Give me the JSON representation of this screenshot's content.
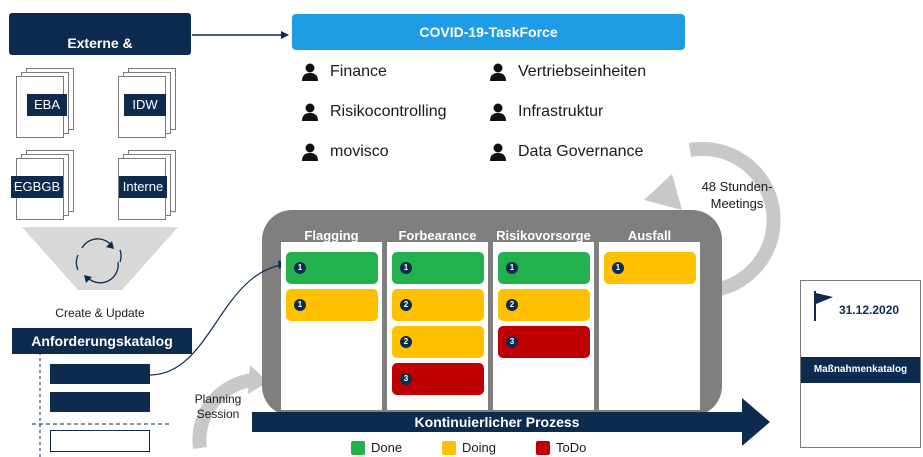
{
  "influences": {
    "title": "Externe &\nInterne Einflussfaktoren"
  },
  "documents": [
    "EBA",
    "IDW",
    "EGBGB",
    "Interne"
  ],
  "cycle_label": "Create & Update",
  "catalog_title": "Anforderungskatalog",
  "taskforce": {
    "title": "COVID-19-TaskForce",
    "members_left": [
      "Finance",
      "Risikocontrolling",
      "movisco"
    ],
    "members_right": [
      "Vertriebseinheiten",
      "Infrastruktur",
      "Data Governance"
    ]
  },
  "meetings_label": "48 Stunden-\nMeetings",
  "planning_label": "Planning\nSession",
  "board": {
    "columns": [
      {
        "title": "Flagging",
        "cards": [
          {
            "status": "done",
            "num": "1"
          },
          {
            "status": "doing",
            "num": "1"
          }
        ]
      },
      {
        "title": "Forbearance",
        "cards": [
          {
            "status": "done",
            "num": "1"
          },
          {
            "status": "doing",
            "num": "2"
          },
          {
            "status": "doing",
            "num": "2"
          },
          {
            "status": "todo",
            "num": "3"
          }
        ]
      },
      {
        "title": "Risikovorsorge",
        "cards": [
          {
            "status": "done",
            "num": "1"
          },
          {
            "status": "doing",
            "num": "2"
          },
          {
            "status": "todo",
            "num": "3"
          }
        ]
      },
      {
        "title": "Ausfall",
        "cards": [
          {
            "status": "doing",
            "num": "1"
          }
        ]
      }
    ]
  },
  "process_label": "Kontinuierlicher Prozess",
  "legend": [
    {
      "label": "Done",
      "color": "#22b14c"
    },
    {
      "label": "Doing",
      "color": "#ffc000"
    },
    {
      "label": "ToDo",
      "color": "#c00000"
    }
  ],
  "deadline": {
    "date": "31.12.2020",
    "title": "Maßnahmenkatalog"
  },
  "colors": {
    "navy": "#0d2a4f",
    "blue": "#1e9ce6",
    "gray": "#7f7f7f",
    "light_gray": "#c0c0c0"
  }
}
